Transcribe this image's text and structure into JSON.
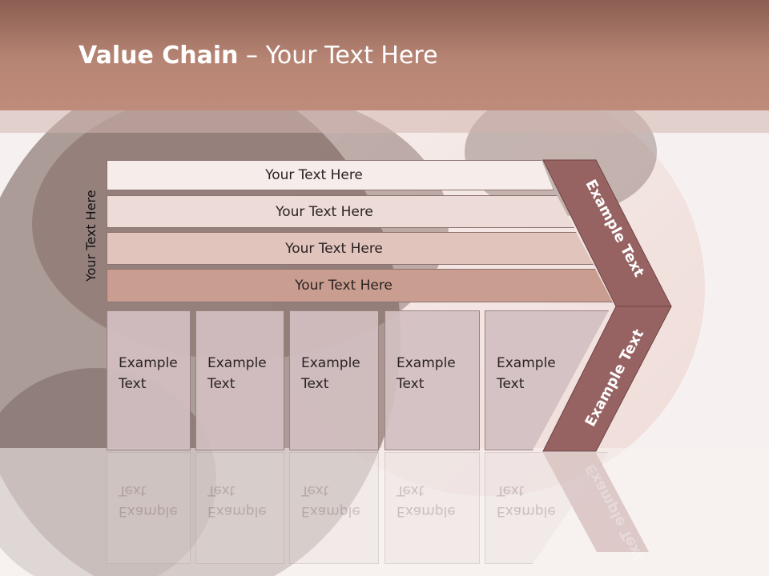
{
  "title": {
    "bold": "Value Chain",
    "rest": " – Your Text Here"
  },
  "side_label": "Your Text Here",
  "bars": [
    {
      "label": "Your Text Here",
      "color": "#f6ecea"
    },
    {
      "label": "Your Text Here",
      "color": "#ecdbd6"
    },
    {
      "label": "Your Text Here",
      "color": "#e1c5bd"
    },
    {
      "label": "Your Text Here",
      "color": "#c99e90"
    }
  ],
  "cards": [
    {
      "line1": "Example",
      "line2": "Text"
    },
    {
      "line1": "Example",
      "line2": "Text"
    },
    {
      "line1": "Example",
      "line2": "Text"
    },
    {
      "line1": "Example",
      "line2": "Text"
    },
    {
      "line1": "Example",
      "line2": "Text"
    }
  ],
  "chevron": {
    "upper": "Example Text",
    "lower": "Example Text",
    "color": "#976262"
  }
}
